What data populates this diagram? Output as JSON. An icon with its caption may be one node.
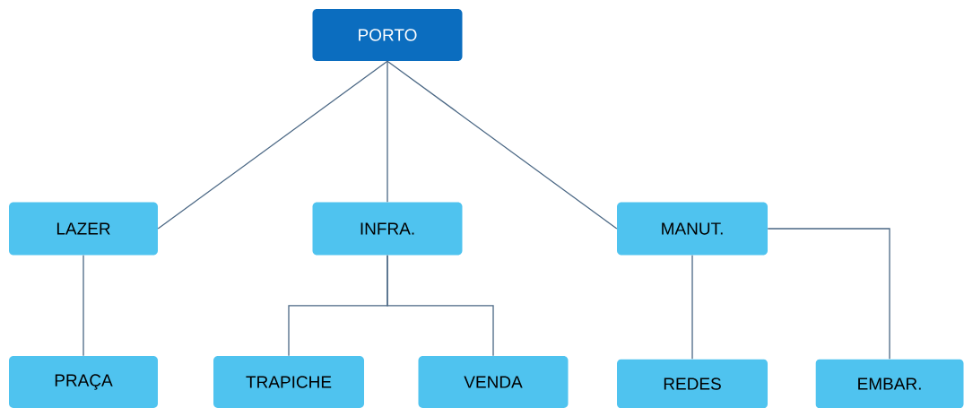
{
  "diagram": {
    "nodes": [
      {
        "text": [
          "PORTO"
        ]
      },
      {
        "text": [
          "LAZER"
        ]
      },
      {
        "text": [
          "INFRA."
        ]
      },
      {
        "text": [
          "MANUT."
        ]
      },
      {
        "text": [
          "PRAÇA"
        ]
      },
      {
        "text": [
          "TRAPICHE"
        ]
      },
      {
        "text": [
          "VENDA"
        ]
      },
      {
        "text": [
          "REDES"
        ]
      },
      {
        "text": [
          "EMBAR."
        ]
      }
    ],
    "edges": [
      {
        "from": 0,
        "to": 1,
        "arrow": "none"
      },
      {
        "from": 0,
        "to": 2,
        "arrow": "none"
      },
      {
        "from": 0,
        "to": 3,
        "arrow": "none"
      },
      {
        "from": 1,
        "to": 4,
        "arrow": "none"
      },
      {
        "from": 2,
        "to": 5,
        "arrow": "none"
      },
      {
        "from": 2,
        "to": 6,
        "arrow": "none"
      },
      {
        "from": 3,
        "to": 7,
        "arrow": "none"
      },
      {
        "from": 3,
        "to": 8,
        "arrow": "none"
      }
    ]
  }
}
